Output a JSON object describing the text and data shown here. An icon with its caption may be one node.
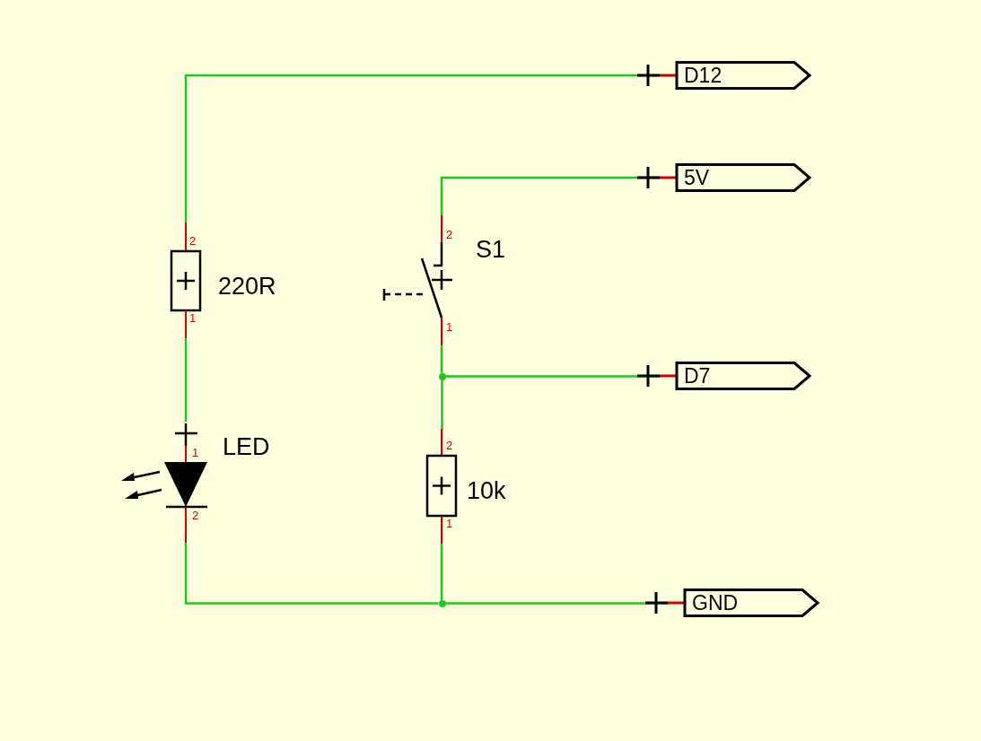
{
  "diagram": {
    "nodes": [
      {
        "text": [
          "D12"
        ]
      },
      {
        "text": [
          "5V"
        ]
      },
      {
        "text": [
          "S1",
          "2",
          "1"
        ]
      },
      {
        "text": [
          "220R",
          "2",
          "1"
        ]
      },
      {
        "text": [
          "D7"
        ]
      },
      {
        "text": [],
        "shape": "circle"
      },
      {
        "text": [
          "1",
          "LED",
          "2"
        ]
      },
      {
        "text": [
          "10k",
          "2",
          "1"
        ]
      },
      {
        "text": [],
        "shape": "circle"
      },
      {
        "text": [
          "GND"
        ]
      }
    ],
    "edges": [
      {
        "from": 3,
        "to": 0,
        "arrow": "none"
      },
      {
        "from": 3,
        "to": 6,
        "arrow": "none"
      },
      {
        "from": 6,
        "to": 8,
        "arrow": "none"
      },
      {
        "from": 2,
        "to": 1,
        "arrow": "none"
      },
      {
        "from": 2,
        "to": 5,
        "arrow": "none"
      },
      {
        "from": 5,
        "to": 4,
        "arrow": "none"
      },
      {
        "from": 5,
        "to": 7,
        "arrow": "none"
      },
      {
        "from": 7,
        "to": 8,
        "arrow": "none"
      },
      {
        "from": 8,
        "to": 9,
        "arrow": "none"
      }
    ]
  }
}
